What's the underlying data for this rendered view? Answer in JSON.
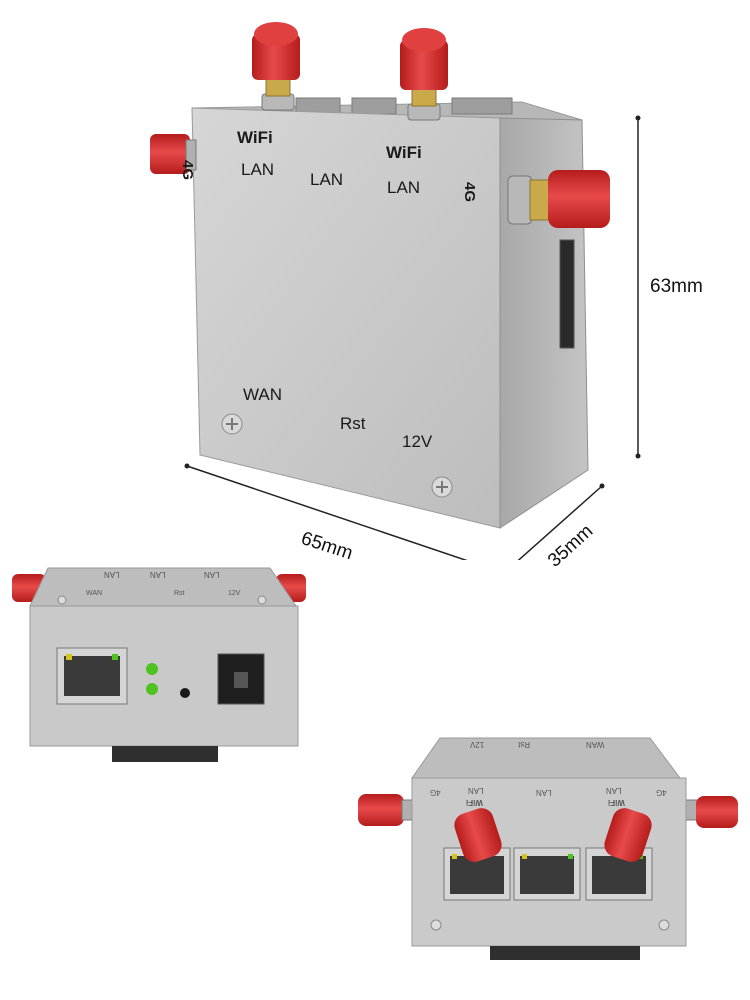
{
  "main_view": {
    "labels": {
      "wifi_left": "WiFi",
      "lan_left": "LAN",
      "lan_middle": "LAN",
      "wifi_right": "WiFi",
      "lan_right": "LAN",
      "antenna_4g_left": "4G",
      "antenna_4g_right": "4G",
      "wan": "WAN",
      "rst": "Rst",
      "power": "12V"
    }
  },
  "dimensions": {
    "height": "63mm",
    "width": "65mm",
    "depth": "35mm"
  },
  "rear_view": {
    "labels": {
      "wan": "WAN",
      "rst": "Rst",
      "power": "12V",
      "lan_a": "LAN",
      "lan_b": "LAN",
      "lan_c": "LAN"
    }
  },
  "front_view": {
    "labels": {
      "top_power": "12V",
      "top_rst": "Rst",
      "top_wan": "WAN",
      "wifi_left": "WiFi",
      "lan_left": "LAN",
      "lan_middle": "LAN",
      "wifi_right": "WiFi",
      "lan_right": "LAN",
      "g4_left": "4G",
      "g4_right": "4G"
    }
  },
  "colors": {
    "antenna": "#d62a2a",
    "case": "#c9c9c9",
    "case_dark": "#a9a9a9",
    "led": "#4ec21f"
  }
}
